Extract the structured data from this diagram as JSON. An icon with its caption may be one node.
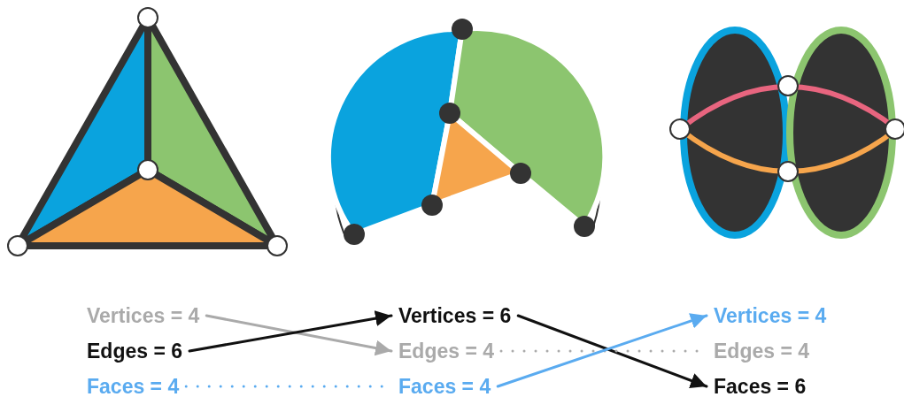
{
  "diagram": {
    "nodes": [
      {
        "text": [
          "Vertices = 4"
        ]
      },
      {
        "text": [
          "Edges = 6"
        ]
      },
      {
        "text": [
          "Faces = 4"
        ]
      },
      {
        "text": [
          "Vertices = 6"
        ]
      },
      {
        "text": [
          "Edges = 4"
        ]
      },
      {
        "text": [
          "Faces = 4"
        ]
      },
      {
        "text": [
          "Vertices = 4"
        ]
      },
      {
        "text": [
          "Edges = 4"
        ]
      },
      {
        "text": [
          "Faces = 6"
        ]
      }
    ],
    "edges": [
      {
        "from": 0,
        "to": 4,
        "arrow": "to",
        "color": "#aaaaaa"
      },
      {
        "from": 1,
        "to": 3,
        "arrow": "to",
        "color": "#111111"
      },
      {
        "from": 2,
        "to": 5,
        "arrow": "none",
        "style": "dashed",
        "color": "#5aabf0"
      },
      {
        "from": 3,
        "to": 8,
        "arrow": "to",
        "color": "#111111"
      },
      {
        "from": 4,
        "to": 7,
        "arrow": "none",
        "style": "dashed",
        "color": "#aaaaaa"
      },
      {
        "from": 5,
        "to": 6,
        "arrow": "to",
        "color": "#5aabf0"
      }
    ]
  }
}
